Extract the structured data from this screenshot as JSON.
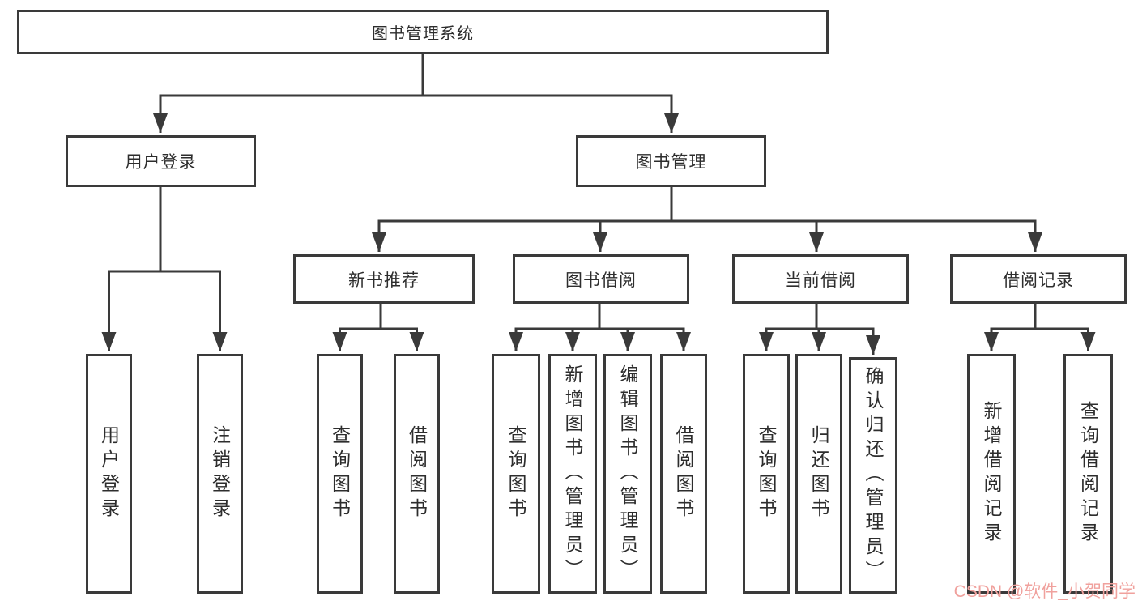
{
  "tree": {
    "root": "图书管理系统",
    "user_login": {
      "label": "用户登录",
      "children": [
        "用户登录",
        "注销登录"
      ]
    },
    "book_management": {
      "label": "图书管理",
      "sections": [
        {
          "label": "新书推荐",
          "children": [
            "查询图书",
            "借阅图书"
          ]
        },
        {
          "label": "图书借阅",
          "children": [
            "查询图书",
            "新增图书（管理员）",
            "编辑图书（管理员）",
            "借阅图书"
          ]
        },
        {
          "label": "当前借阅",
          "children": [
            "查询图书",
            "归还图书",
            "确认归还（管理员）"
          ]
        },
        {
          "label": "借阅记录",
          "children": [
            "新增借阅记录",
            "查询借阅记录"
          ]
        }
      ]
    }
  },
  "watermark": "CSDN @软件_小贺同学",
  "colors": {
    "line": "#3a3a3a",
    "text": "#2d2d2d",
    "watermark": "#f0a19d",
    "background": "#ffffff"
  }
}
